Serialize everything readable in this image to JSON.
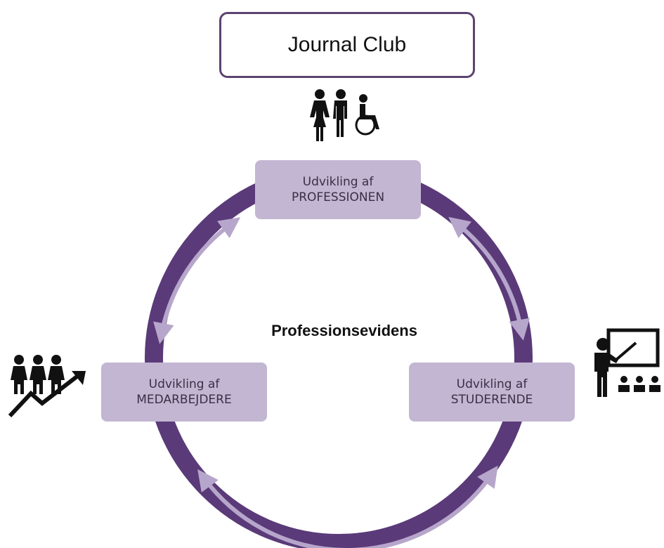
{
  "diagram": {
    "title": "Journal Club",
    "center_label": "Professionsevidens",
    "nodes": {
      "top": {
        "line1": "Udvikling af",
        "line2": "PROFESSIONEN"
      },
      "left": {
        "line1": "Udvikling af",
        "line2": "MEDARBEJDERE"
      },
      "right": {
        "line1": "Udvikling af",
        "line2": "STUDERENDE"
      }
    },
    "icons": {
      "top": "patients-and-wheelchair-user-icon",
      "left": "staff-growth-icon",
      "right": "teacher-with-students-icon"
    }
  },
  "colors": {
    "ring": "#5a3a78",
    "arrow": "#b7a6cb",
    "node_fill": "#c3b6d2",
    "title_border": "#5b4470",
    "icon": "#111111"
  }
}
